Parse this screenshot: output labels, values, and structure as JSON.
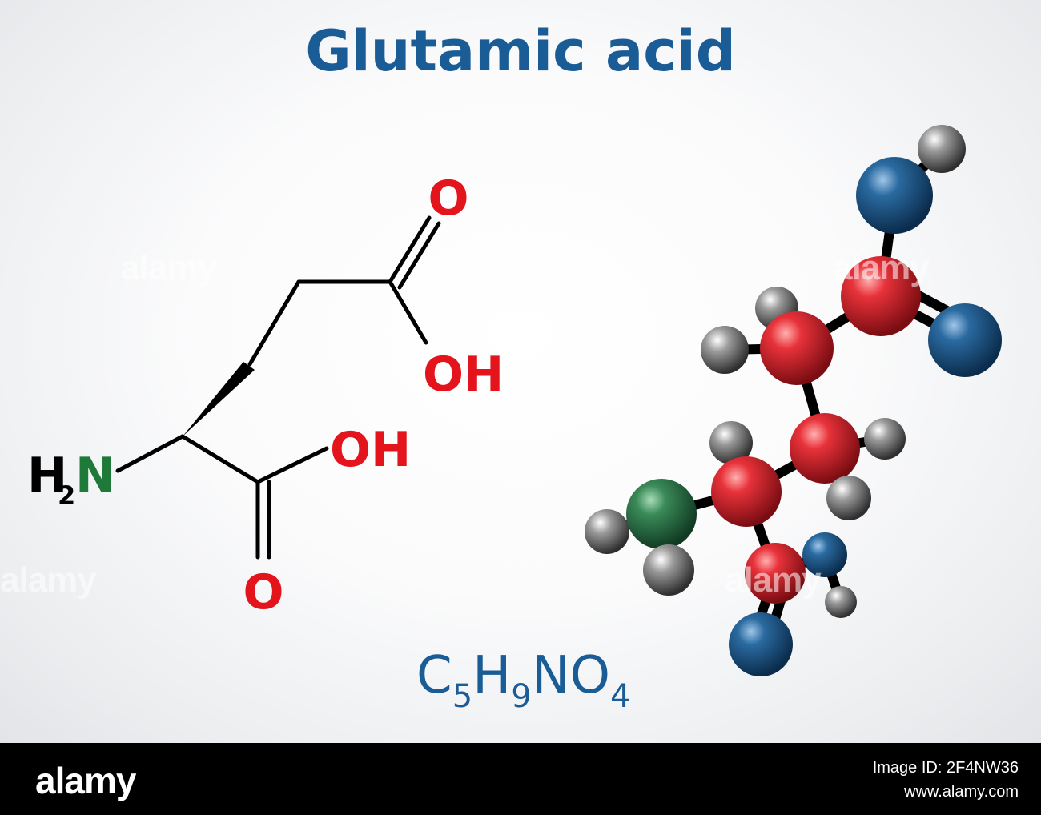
{
  "title": "Glutamic acid",
  "formula": {
    "c": "C",
    "c_n": "5",
    "h": "H",
    "h_n": "9",
    "n": "N",
    "o": "O",
    "o_n": "4"
  },
  "atoms": {
    "o": "O",
    "oh": "OH",
    "h2n_h": "H",
    "h2n_2": "2",
    "h2n_n": "N"
  },
  "footer": {
    "brand": "alamy",
    "image_id": "Image ID: 2F4NW36",
    "site": "www.alamy.com"
  },
  "watermark": "alamy",
  "colors": {
    "title": "#1a5c96",
    "oxygen": "#e3141b",
    "nitrogen": "#1f7a3a",
    "bond": "#000000",
    "sphere_carbon": "#e0202a",
    "sphere_oxygen": "#1f5c8c",
    "sphere_nitrogen": "#2e7d4a",
    "sphere_hydrogen": "#7a7a7a"
  }
}
